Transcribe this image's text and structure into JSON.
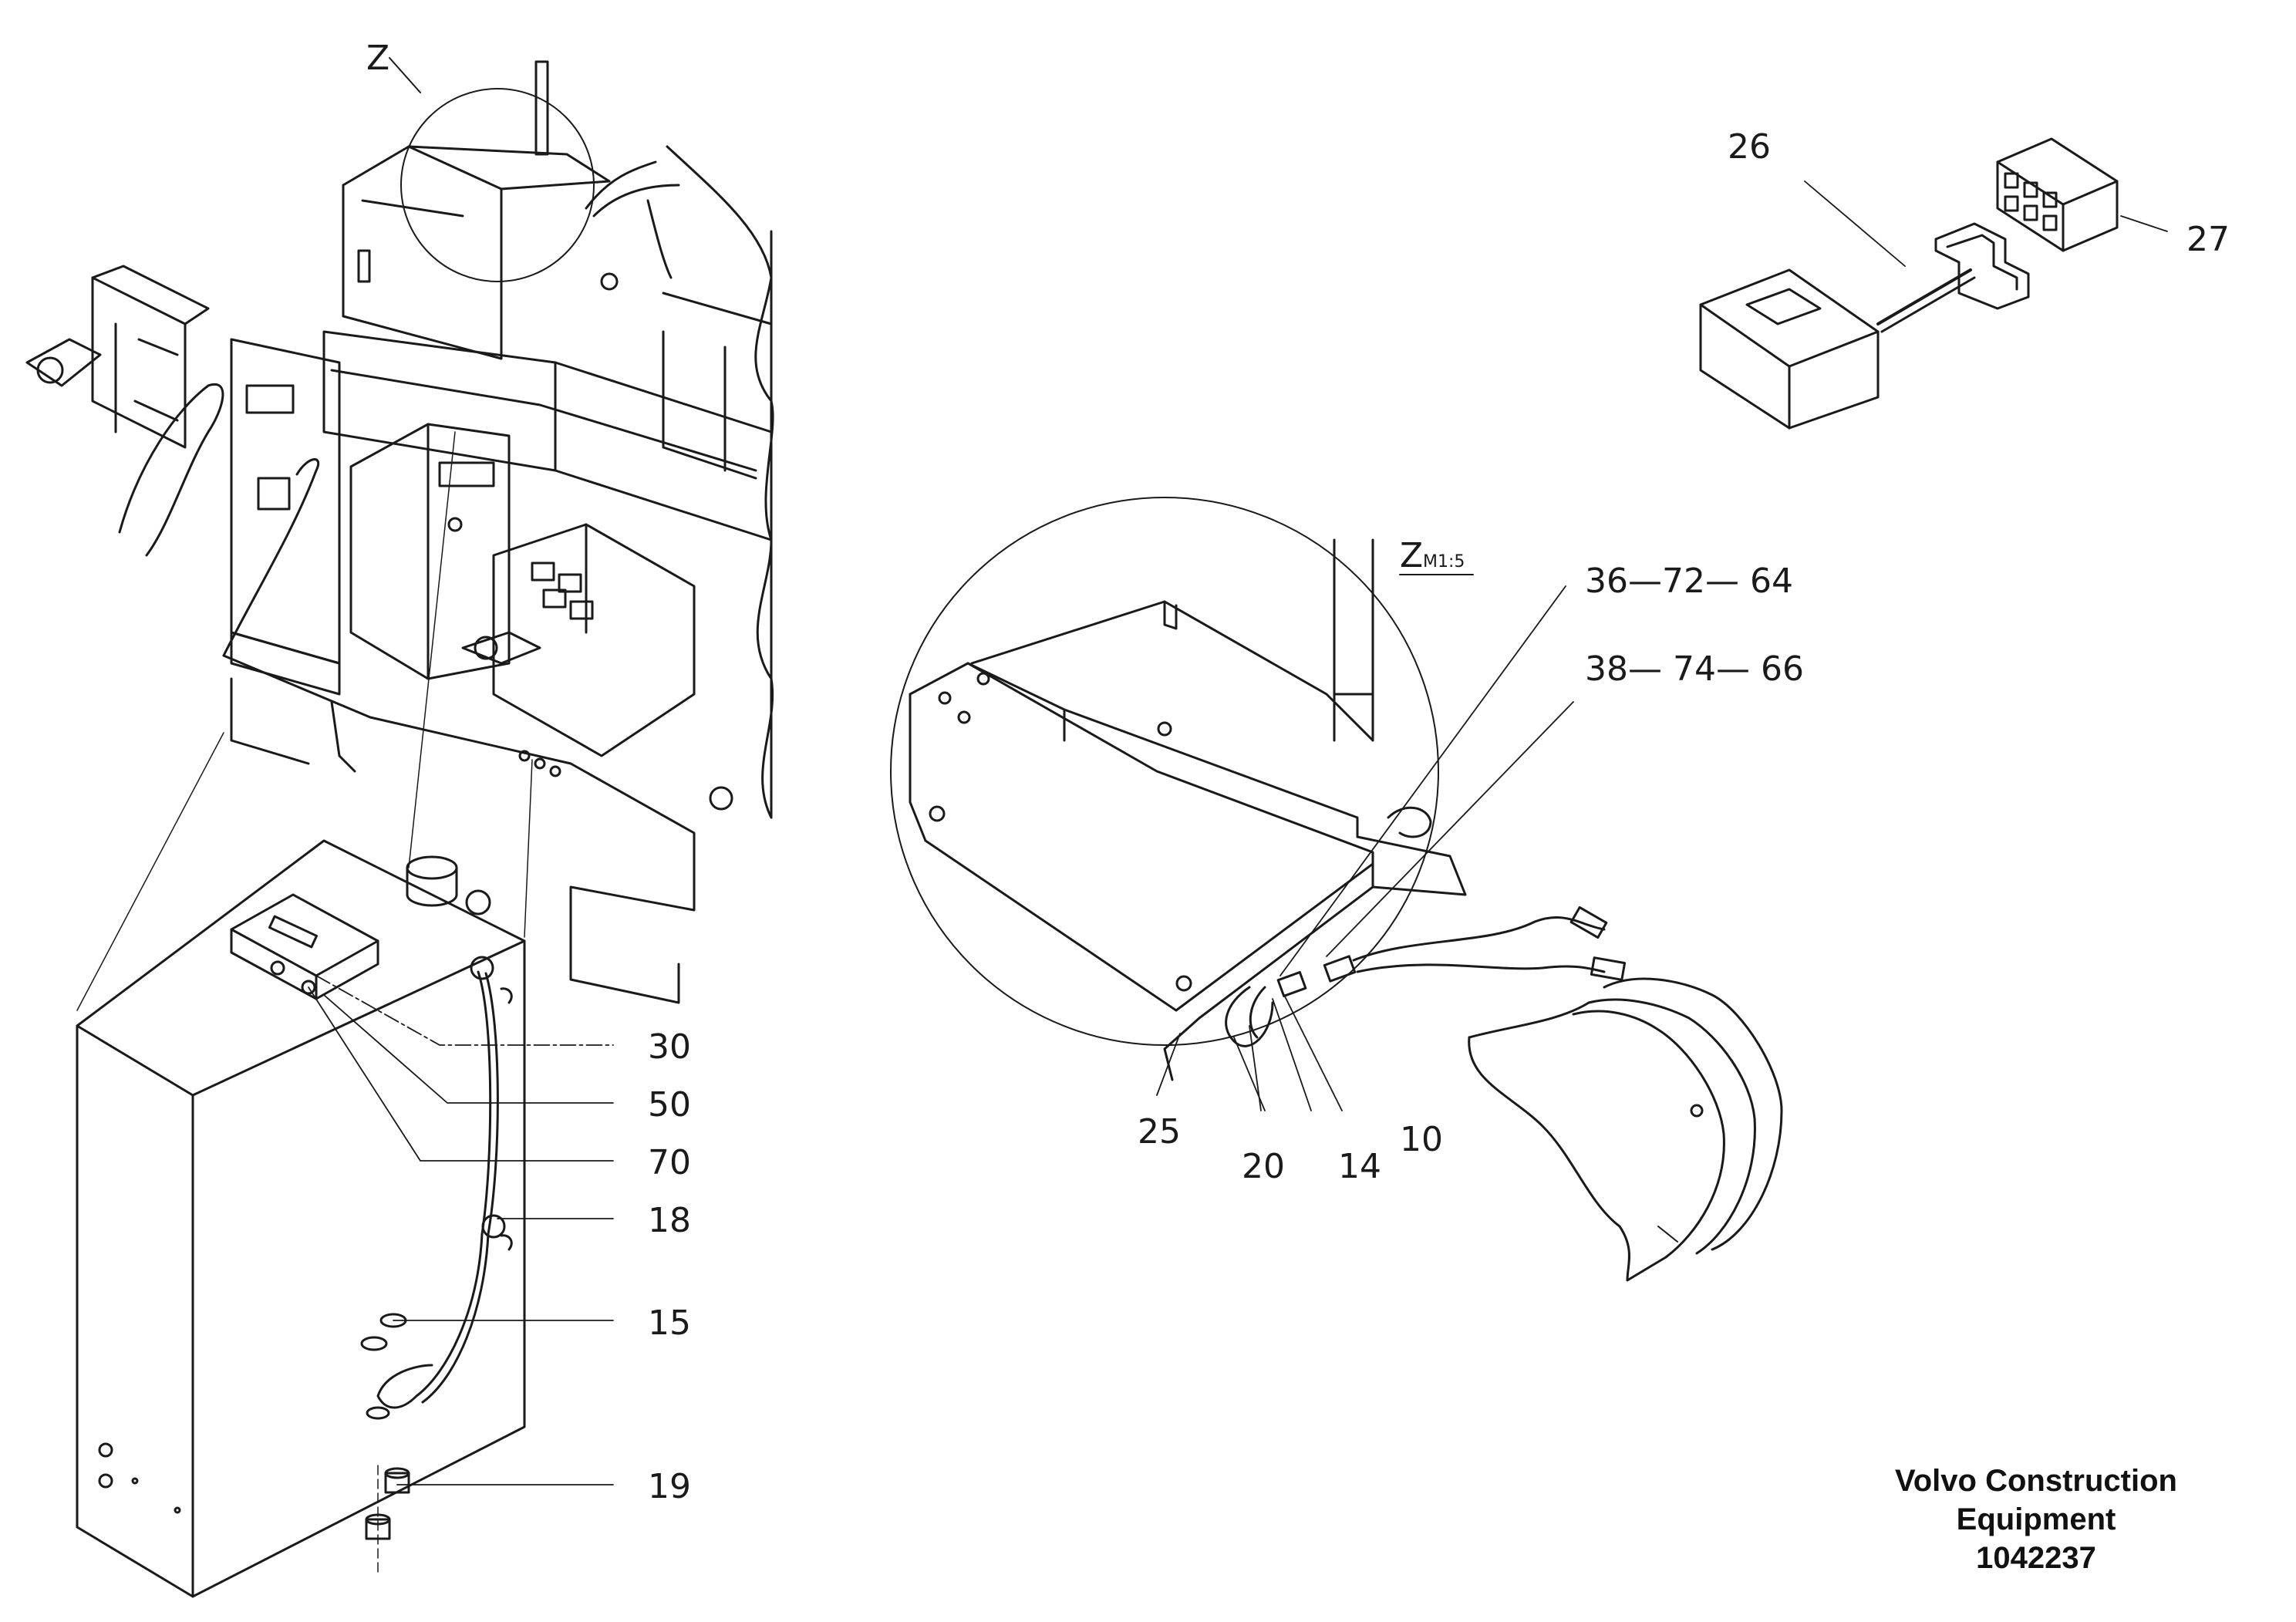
{
  "detail_marker": "Z",
  "detail_view": {
    "letter": "Z",
    "scale": "M1:5"
  },
  "callouts": {
    "c30": "30",
    "c50": "50",
    "c70": "70",
    "c18": "18",
    "c15": "15",
    "c19": "19",
    "c25": "25",
    "c20": "20",
    "c14": "14",
    "c10": "10",
    "c26": "26",
    "c27": "27",
    "c36": "36—72— 64",
    "c38": "38— 74— 66"
  },
  "caption": {
    "line1": "Volvo Construction",
    "line2": "Equipment",
    "line3": "1042237"
  }
}
